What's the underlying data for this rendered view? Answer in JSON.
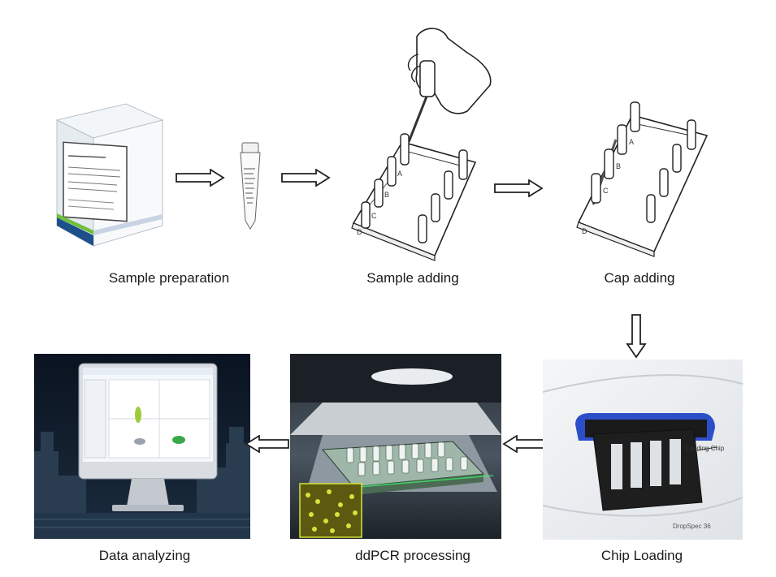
{
  "title": "ddPCR workflow",
  "steps": [
    {
      "label": "Sample preparation"
    },
    {
      "label": "Sample adding"
    },
    {
      "label": "Cap adding"
    },
    {
      "label": "Chip Loading"
    },
    {
      "label": "ddPCR processing"
    },
    {
      "label": "Data analyzing"
    }
  ],
  "plate_well_letters": [
    "A",
    "B",
    "C",
    "D"
  ],
  "chip_loader_callout": "Loading Chip",
  "device_brand": "DropSpec 36",
  "colors": {
    "arrow": "#222222",
    "droplet": "#d8e23a",
    "box_band": "#1d4f8b",
    "loader_slot": "#2c4fc9"
  }
}
